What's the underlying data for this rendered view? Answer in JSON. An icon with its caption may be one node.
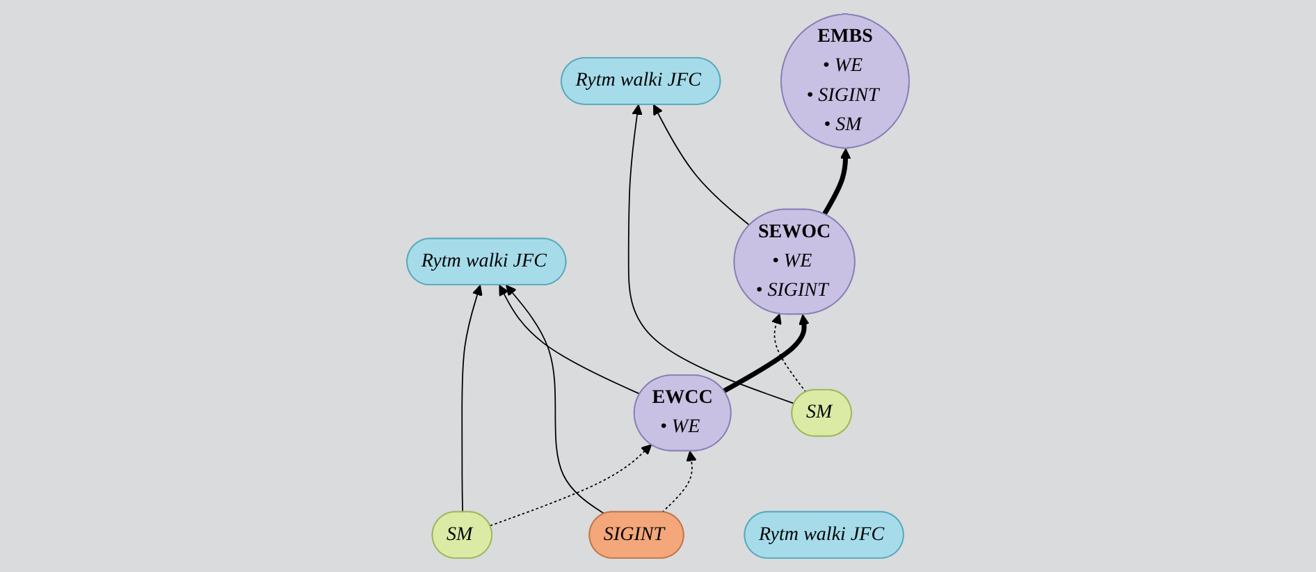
{
  "diagram": {
    "nodes": [
      {
        "text": [
          "Rytm walki JFC"
        ]
      },
      {
        "text": [
          "SM"
        ]
      },
      {
        "text": [
          "SIGINT"
        ]
      },
      {
        "text": [
          "EWCC",
          "• WE"
        ]
      },
      {
        "text": [
          "Rytm walki JFC"
        ]
      },
      {
        "text": [
          "SM"
        ]
      },
      {
        "text": [
          "SEWOC",
          "• WE",
          "• SIGINT"
        ]
      },
      {
        "text": [
          "Rytm walki JFC"
        ]
      },
      {
        "text": [
          "EMBS",
          "• WE",
          "• SIGINT",
          "• SM"
        ]
      }
    ],
    "edges": [
      {
        "from": 1,
        "to": 0,
        "arrow": "to"
      },
      {
        "from": 3,
        "to": 0,
        "arrow": "to"
      },
      {
        "from": 2,
        "to": 0,
        "arrow": "to"
      },
      {
        "from": 1,
        "to": 3,
        "arrow": "to",
        "style": "dashed"
      },
      {
        "from": 2,
        "to": 3,
        "arrow": "to",
        "style": "dashed"
      },
      {
        "from": 5,
        "to": 4,
        "arrow": "to"
      },
      {
        "from": 6,
        "to": 4,
        "arrow": "to"
      },
      {
        "from": 5,
        "to": 6,
        "arrow": "to",
        "style": "dashed"
      },
      {
        "from": 3,
        "to": 6,
        "arrow": "to",
        "style": "thick"
      },
      {
        "from": 6,
        "to": 8,
        "arrow": "to",
        "style": "thick"
      }
    ]
  }
}
